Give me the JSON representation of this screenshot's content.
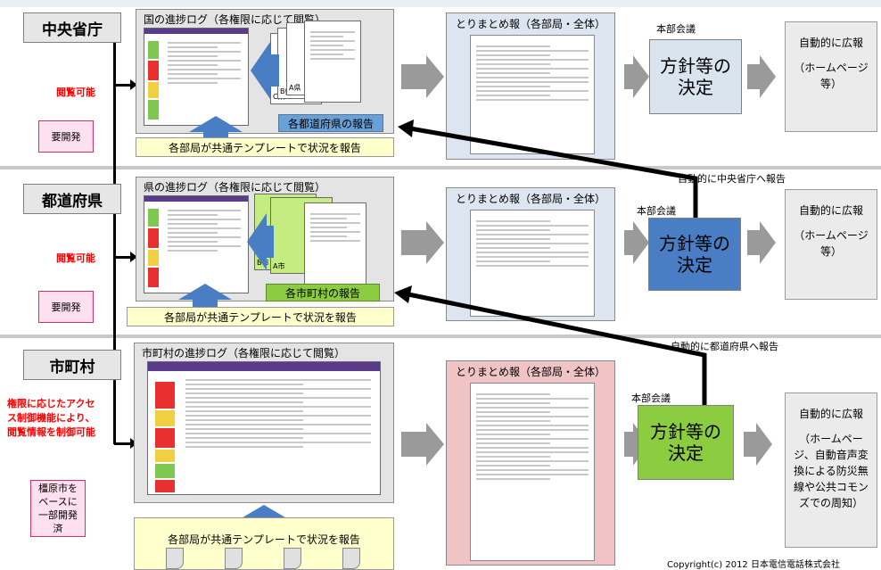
{
  "tiers": {
    "central": "中央省庁",
    "prefecture": "都道府県",
    "municipality": "市町村"
  },
  "access": {
    "central_view": "閲覧可能",
    "prefecture_view": "閲覧可能",
    "municipal_access": "権限に応じたアクセス制御機能により、閲覧情報を制御可能"
  },
  "dev": {
    "central": "要開発",
    "prefecture": "要開発",
    "municipal": "橿原市をベースに一部開発済"
  },
  "logs": {
    "central": "国の進捗ログ（各権限に応じて閲覧）",
    "prefecture": "県の進捗ログ（各権限に応じて閲覧）",
    "municipal": "市町村の進捗ログ（各権限に応じて閲覧）"
  },
  "template_note": "各部局が共通テンプレートで状況を報告",
  "reports": {
    "central": "各都道府県の報告",
    "prefecture": "各市町村の報告",
    "central_doc_labels": [
      "C県",
      "B県",
      "A県"
    ],
    "prefecture_doc_labels": [
      "B市",
      "A市"
    ]
  },
  "summary_title": "とりまとめ報（各部局・全体）",
  "meeting": "本部会議",
  "decision": "方針等の決定",
  "pr": {
    "title": "自動的に広報",
    "central_detail": "（ホームページ等）",
    "prefecture_detail": "（ホームページ等）",
    "municipal_detail": "（ホームページ、自動音声変換による防災無線や公共コモンズでの周知）"
  },
  "auto_reports": {
    "to_central": "自動的に中央省庁へ報告",
    "to_prefecture": "自動的に都道府県へ報告"
  },
  "copyright": "Copyright(c) 2012 日本電信電話株式会社",
  "colors": {
    "central_decision": "#d9e4ef",
    "prefecture_decision": "#4a7ec4",
    "municipal_decision": "#8ccc40",
    "central_report": "#6aa0d8",
    "prefecture_report": "#8ccc40",
    "municipal_summary": "#f0c4c4"
  }
}
